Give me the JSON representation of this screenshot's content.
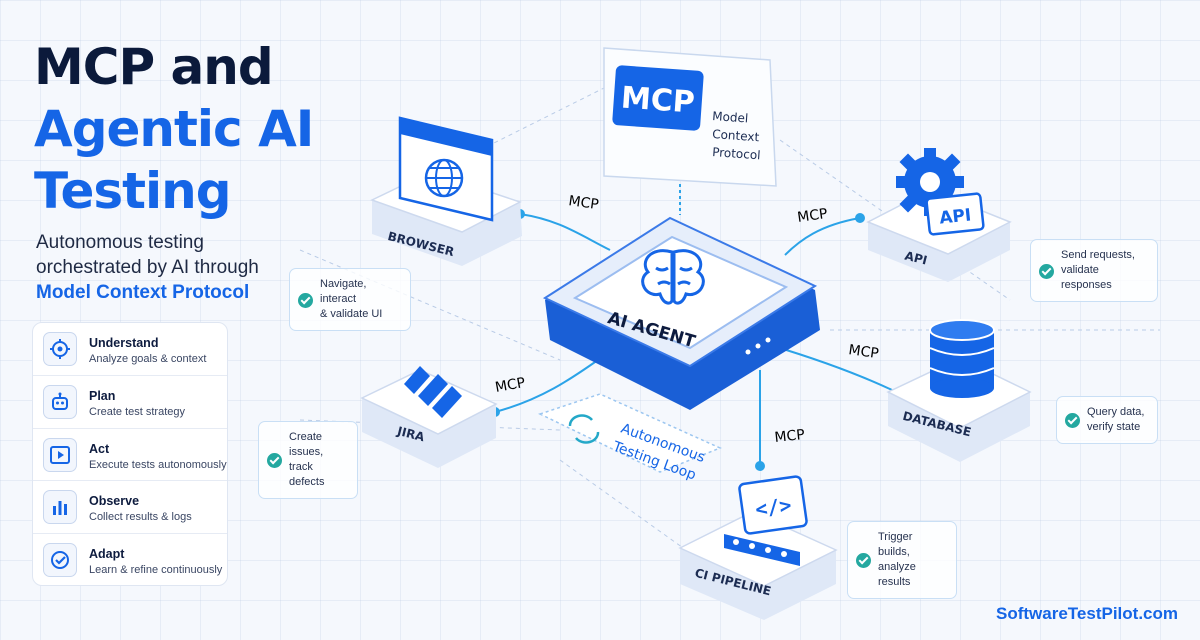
{
  "title": {
    "line1": "MCP and",
    "line2": "Agentic AI",
    "line3": "Testing"
  },
  "subtitle": {
    "line1": "Autonomous testing",
    "line2": "orchestrated by AI through",
    "highlight": "Model Context Protocol"
  },
  "steps": [
    {
      "name": "Understand",
      "desc": "Analyze goals & context",
      "icon": "target-icon"
    },
    {
      "name": "Plan",
      "desc": "Create test strategy",
      "icon": "robot-icon"
    },
    {
      "name": "Act",
      "desc": "Execute tests autonomously",
      "icon": "play-icon"
    },
    {
      "name": "Observe",
      "desc": "Collect results & logs",
      "icon": "bar-chart-icon"
    },
    {
      "name": "Adapt",
      "desc": "Learn & refine continuously",
      "icon": "check-circle-icon"
    }
  ],
  "mcp_box": {
    "badge": "MCP",
    "line1": "Model",
    "line2": "Context",
    "line3": "Protocol"
  },
  "center": {
    "label": "AI AGENT"
  },
  "nodes": {
    "browser": "BROWSER",
    "api": "API",
    "api_badge": "API",
    "jira": "JIRA",
    "database": "DATABASE",
    "ci": "CI PIPELINE"
  },
  "mcp_link_label": "MCP",
  "callouts": {
    "browser": [
      "Navigate, interact",
      "& validate UI"
    ],
    "api": [
      "Send requests,",
      "validate responses"
    ],
    "jira": [
      "Create issues,",
      "track defects"
    ],
    "database": [
      "Query data,",
      "verify state"
    ],
    "ci": [
      "Trigger builds,",
      "analyze results"
    ]
  },
  "loop": {
    "line1": "Autonomous",
    "line2": "Testing Loop"
  },
  "brand": "SoftwareTestPilot.com",
  "colors": {
    "primary": "#1565e6",
    "dark": "#0b1a3b",
    "accent": "#24a8a0"
  }
}
